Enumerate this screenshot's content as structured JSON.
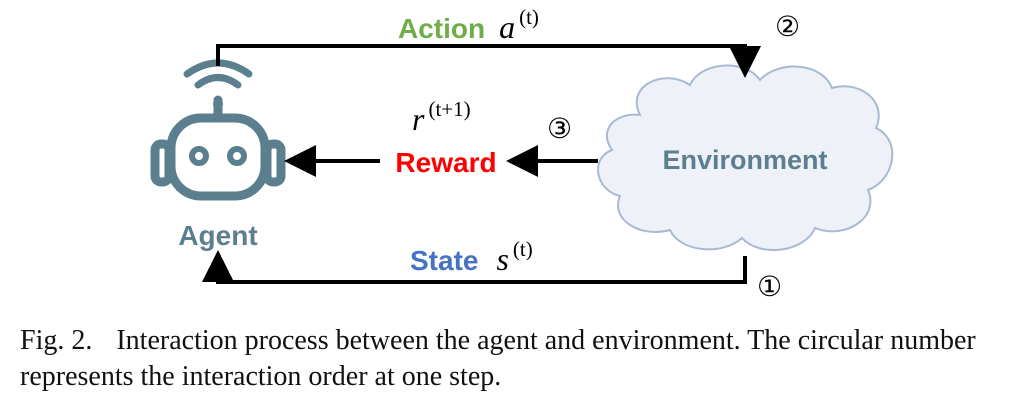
{
  "diagram": {
    "agent_label": "Agent",
    "environment_label": "Environment",
    "action": {
      "word": "Action",
      "symbol": "a",
      "superscript": "(t)",
      "step": "②"
    },
    "reward": {
      "word": "Reward",
      "symbol": "r",
      "superscript": "(t+1)",
      "step": "③"
    },
    "state": {
      "word": "State",
      "symbol": "s",
      "superscript": "(t)",
      "step": "①"
    },
    "colors": {
      "agent": "#5b7f8f",
      "environment": "#5b7f8f",
      "action_word": "#70ad47",
      "reward_word": "#ff0000",
      "state_word": "#4472c4",
      "arrow": "#000000",
      "cloud_fill": "#eef2f8",
      "cloud_stroke": "#a9b9d3"
    },
    "icons": {
      "agent": "robot-icon",
      "environment": "cloud-icon"
    }
  },
  "caption": {
    "label": "Fig. 2.",
    "text": "Interaction process between the agent and environment. The circular number represents the interaction order at one step."
  }
}
